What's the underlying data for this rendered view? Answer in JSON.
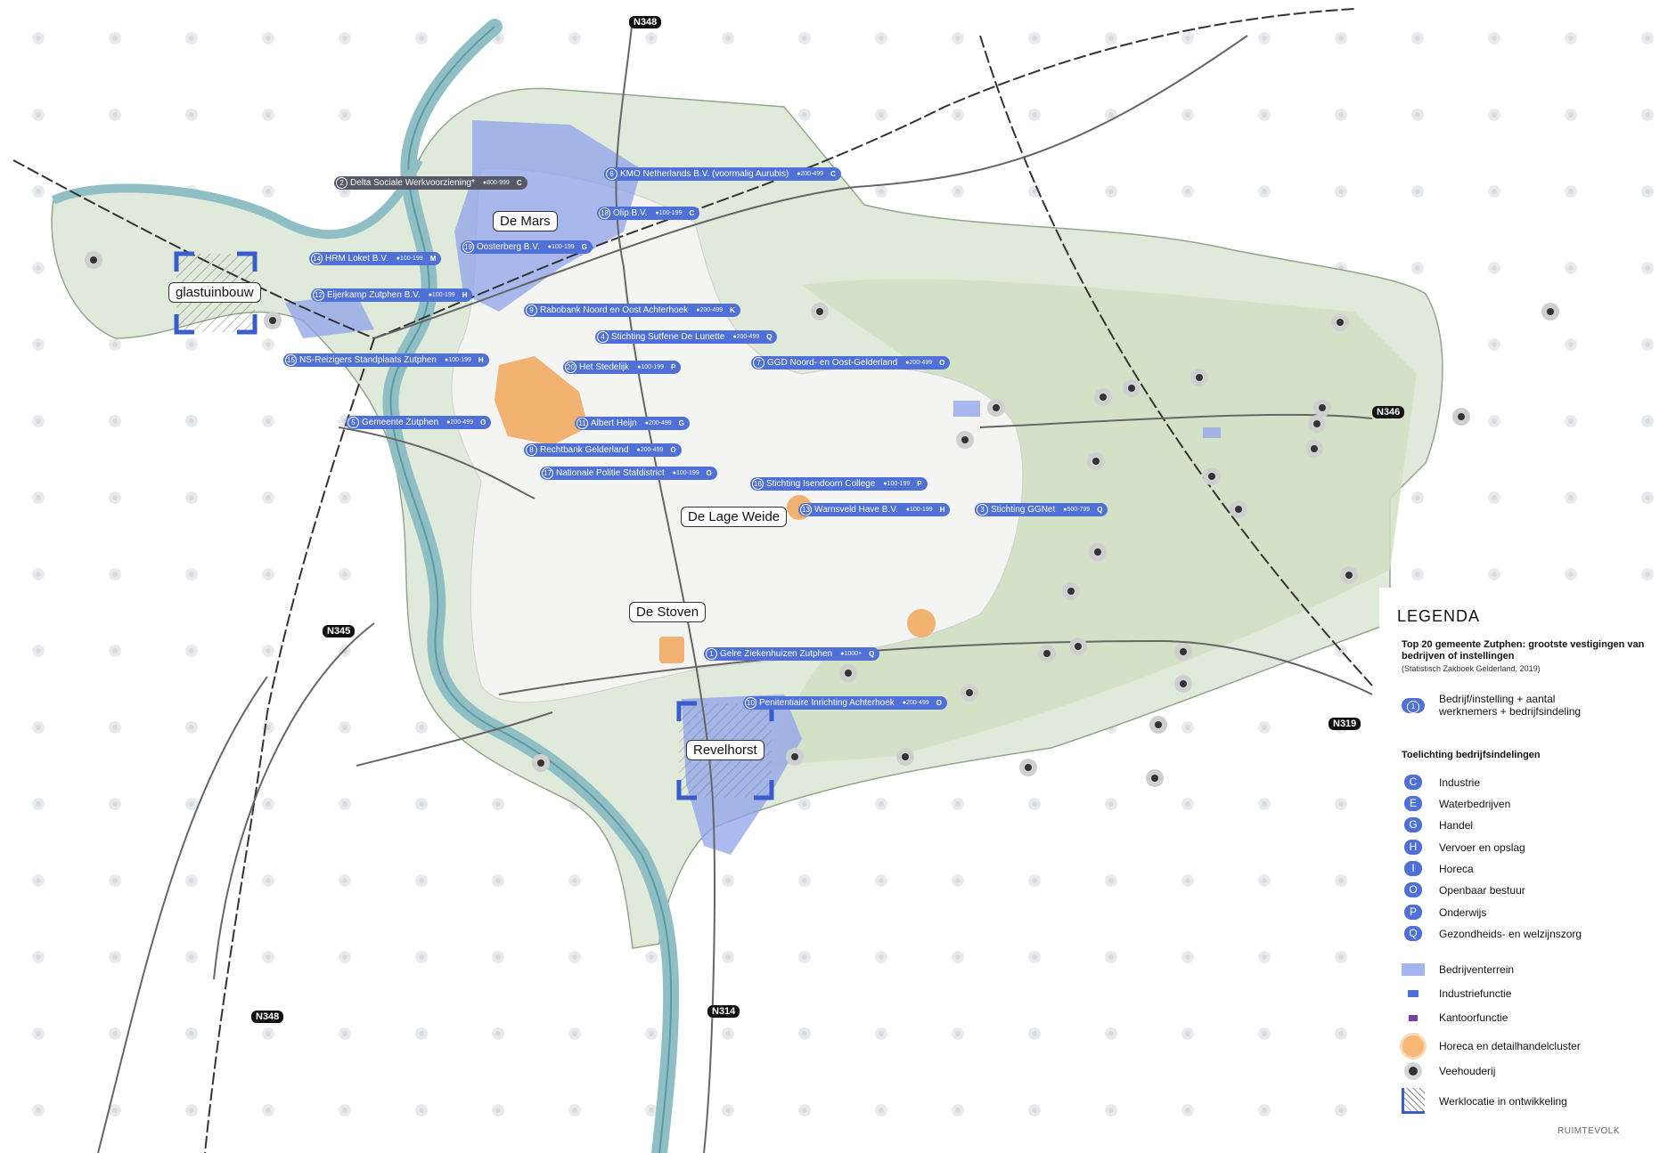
{
  "map": {
    "places": [
      "De Mars",
      "glastuinbouw",
      "De Lage Weide",
      "De Stoven",
      "Revelhorst"
    ],
    "roads": [
      "N348",
      "N346",
      "N345",
      "N319",
      "N348",
      "N314"
    ]
  },
  "companies": [
    {
      "id": "2",
      "name": "Delta Sociale Werkvoorziening*",
      "employees": "800-999",
      "category": "C"
    },
    {
      "id": "6",
      "name": "KMO Netherlands B.V. (voormalig Aurubis)",
      "employees": "200-499",
      "category": "C"
    },
    {
      "id": "18",
      "name": "Olip B.V.",
      "employees": "100-199",
      "category": "C"
    },
    {
      "id": "19",
      "name": "Oosterberg B.V.",
      "employees": "100-199",
      "category": "G"
    },
    {
      "id": "14",
      "name": "HRM Loket B.V.",
      "employees": "100-199",
      "category": "M"
    },
    {
      "id": "12",
      "name": "Eijerkamp Zutphen B.V.",
      "employees": "100-199",
      "category": "H"
    },
    {
      "id": "9",
      "name": "Rabobank Noord en Oost Achterhoek",
      "employees": "200-499",
      "category": "K"
    },
    {
      "id": "4",
      "name": "Stichting Sutfene De Lunette",
      "employees": "200-499",
      "category": "Q"
    },
    {
      "id": "15",
      "name": "NS-Reizigers Standplaats Zutphen",
      "employees": "100-199",
      "category": "H"
    },
    {
      "id": "20",
      "name": "Het Stedelijk",
      "employees": "100-199",
      "category": "P"
    },
    {
      "id": "7",
      "name": "GGD Noord- en Oost-Gelderland",
      "employees": "200-499",
      "category": "O"
    },
    {
      "id": "5",
      "name": "Gemeente Zutphen",
      "employees": "200-499",
      "category": "O"
    },
    {
      "id": "11",
      "name": "Albert Heijn",
      "employees": "200-499",
      "category": "G"
    },
    {
      "id": "8",
      "name": "Rechtbank Gelderland",
      "employees": "200-499",
      "category": "O"
    },
    {
      "id": "17",
      "name": "Nationale Politie Stafdistrict",
      "employees": "100-199",
      "category": "O"
    },
    {
      "id": "16",
      "name": "Stichting Isendoorn College",
      "employees": "100-199",
      "category": "P"
    },
    {
      "id": "13",
      "name": "Warnsveld Have B.V.",
      "employees": "100-199",
      "category": "H"
    },
    {
      "id": "3",
      "name": "Stichting GGNet",
      "employees": "500-799",
      "category": "Q"
    },
    {
      "id": "1",
      "name": "Gelre Ziekenhuizen Zutphen",
      "employees": "1000+",
      "category": "Q"
    },
    {
      "id": "10",
      "name": "Penitentiaire Inrichting Achterhoek",
      "employees": "200-499",
      "category": "O"
    }
  ],
  "legend": {
    "title": "LEGENDA",
    "subtitle": "Top 20 gemeente Zutphen: grootste vestigingen van bedrijven of instellingen",
    "source": "(Statistisch Zakboek Gelderland, 2019)",
    "example_badge": "1",
    "example_label": "Bedrijf/instelling + aantal werknemers + bedrijfsindeling",
    "categories_heading": "Toelichting bedrijfsindelingen",
    "categories": [
      {
        "code": "C",
        "label": "Industrie"
      },
      {
        "code": "E",
        "label": "Waterbedrijven"
      },
      {
        "code": "G",
        "label": "Handel"
      },
      {
        "code": "H",
        "label": "Vervoer en opslag"
      },
      {
        "code": "I",
        "label": "Horeca"
      },
      {
        "code": "O",
        "label": "Openbaar bestuur"
      },
      {
        "code": "P",
        "label": "Onderwijs"
      },
      {
        "code": "Q",
        "label": "Gezondheids- en welzijnszorg"
      }
    ],
    "symbols": [
      {
        "icon": "business-park-swatch",
        "label": "Bedrijventerrein"
      },
      {
        "icon": "industry-icon",
        "label": "Industriefunctie"
      },
      {
        "icon": "office-icon",
        "label": "Kantoorfunctie"
      },
      {
        "icon": "retail-cluster-icon",
        "label": "Horeca en detailhandelcluster"
      },
      {
        "icon": "livestock-icon",
        "label": "Veehouderij"
      },
      {
        "icon": "development-site-icon",
        "label": "Werklocatie in ontwikkeling"
      }
    ]
  },
  "credit": "RUIMTEVOLK",
  "colors": {
    "accent": "#4f70d6",
    "retail": "#f0a65a",
    "green": "#d9e8cf",
    "river": "#8fbfc4"
  }
}
